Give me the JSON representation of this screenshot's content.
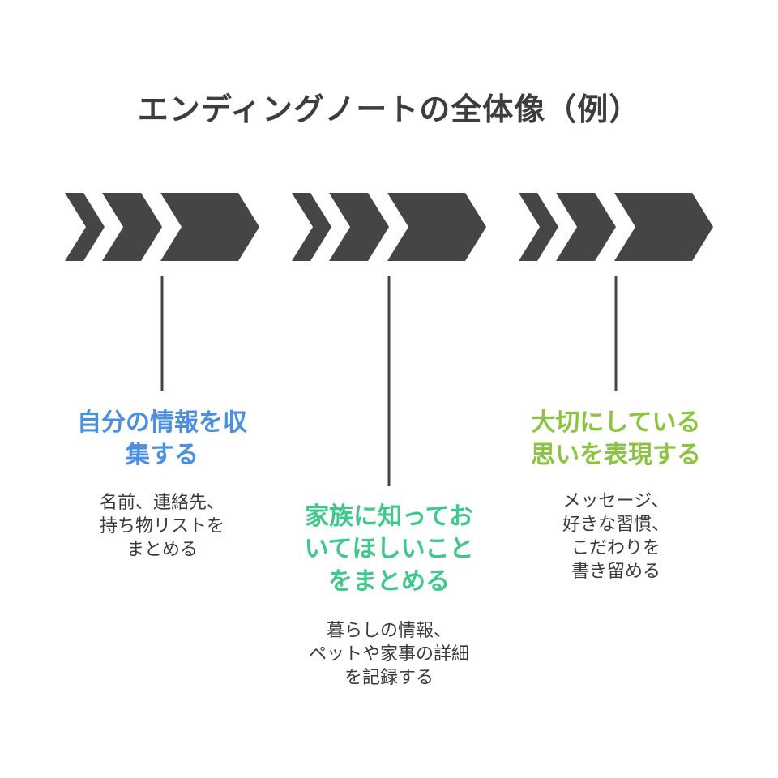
{
  "title": "エンディングノートの全体像（例）",
  "colors": {
    "arrow": "#454545",
    "stage1_heading": "#4a8fe0",
    "stage2_heading": "#3ec98a",
    "stage3_heading": "#8bc43f",
    "description": "#3a3a3a"
  },
  "stages": [
    {
      "heading_lines": [
        "自分の情報を収",
        "集する"
      ],
      "desc_lines": [
        "名前、連絡先、",
        "持ち物リストを",
        "まとめる"
      ]
    },
    {
      "heading_lines": [
        "家族に知ってお",
        "いてほしいこと",
        "をまとめる"
      ],
      "desc_lines": [
        "暮らしの情報、",
        "ペットや家事の詳細",
        "を記録する"
      ]
    },
    {
      "heading_lines": [
        "大切にしている",
        "思いを表現する"
      ],
      "desc_lines": [
        "メッセージ、",
        "好きな習慣、",
        "こだわりを",
        "書き留める"
      ]
    }
  ]
}
